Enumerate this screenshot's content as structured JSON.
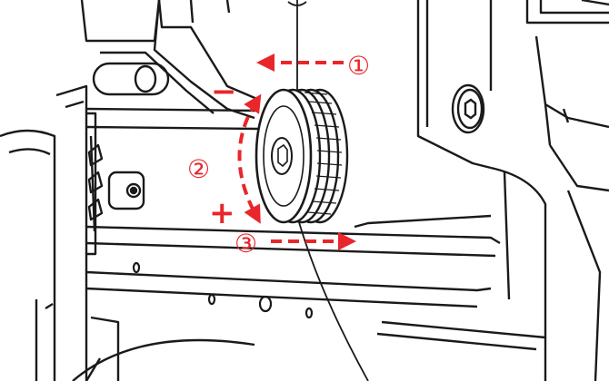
{
  "colors": {
    "accent": "#e8262b",
    "line": "#1a1a1a",
    "background": "#ffffff"
  },
  "annotations": {
    "step1": "①",
    "step2": "②",
    "step3": "③",
    "minus": "−",
    "plus": "+"
  },
  "icons": {
    "knob": "knurled-adjustment-knob",
    "hex_bolt": "hex-socket-bolt",
    "small_screw": "hex-socket-screw"
  }
}
